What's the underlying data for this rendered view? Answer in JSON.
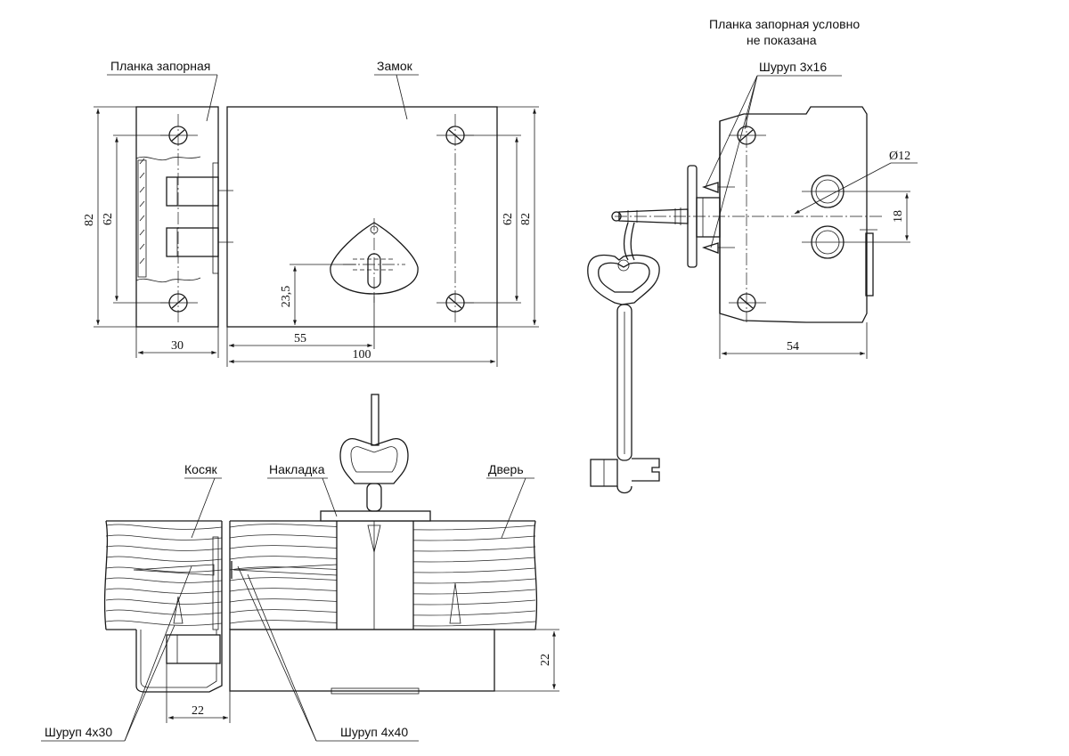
{
  "labels": {
    "strike_plate": "Планка запорная",
    "lock": "Замок",
    "strike_note_line1": "Планка запорная условно",
    "strike_note_line2": "не показана",
    "screw_3x16": "Шуруп 3х16",
    "jamb": "Косяк",
    "overlay": "Накладка",
    "door": "Дверь",
    "screw_4x30": "Шуруп 4х30",
    "screw_4x40": "Шуруп 4х40"
  },
  "dimensions": {
    "plate_height": "82",
    "plate_holes": "62",
    "plate_width": "30",
    "lock_holes": "62",
    "lock_height": "82",
    "keyhole_height": "23,5",
    "keyhole_offset": "55",
    "lock_width": "100",
    "cylinder_dia": "Ø12",
    "cylinder_spacing": "18",
    "side_depth": "54",
    "plan_depth": "22",
    "plan_plate": "22"
  }
}
